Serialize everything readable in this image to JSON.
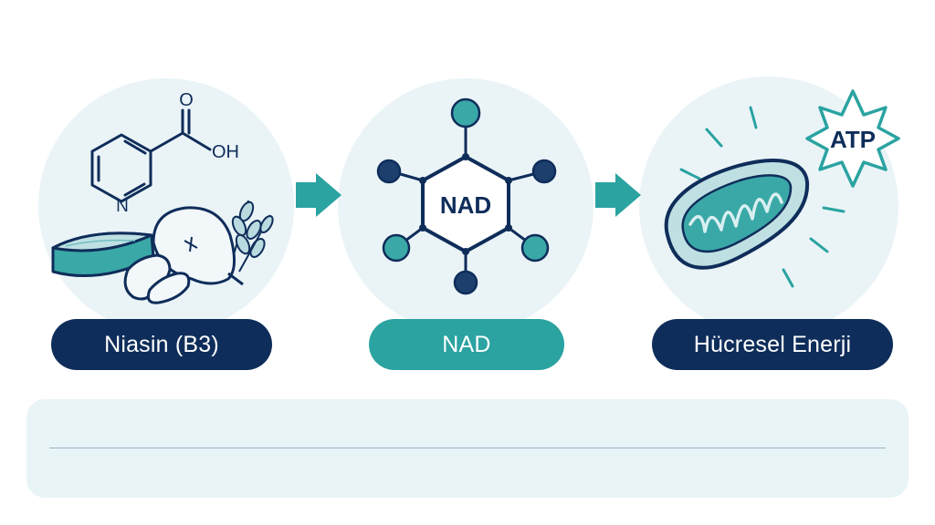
{
  "steps": [
    {
      "label": "Niasin (B3)",
      "structure_labels": {
        "carbonyl_oxygen": "O",
        "hydroxyl": "OH",
        "ring_nitrogen": "N"
      }
    },
    {
      "label": "NAD",
      "hub_label": "NAD"
    },
    {
      "label": "Hücresel Enerji",
      "burst_label": "ATP"
    }
  ],
  "colors": {
    "navy": "#0f2d5a",
    "teal": "#2aa3a1",
    "circle_bg": "#eaf4f7",
    "panel_bg": "#e9f4f6"
  },
  "icons": {
    "step1": [
      "niacin-structure-icon",
      "fish-icon",
      "chicken-icon",
      "peanut-icon",
      "wheat-icon"
    ],
    "arrows": "arrow-right-icon",
    "step2": "molecule-hexagon-icon",
    "step3": [
      "mitochondrion-icon",
      "starburst-icon"
    ]
  }
}
